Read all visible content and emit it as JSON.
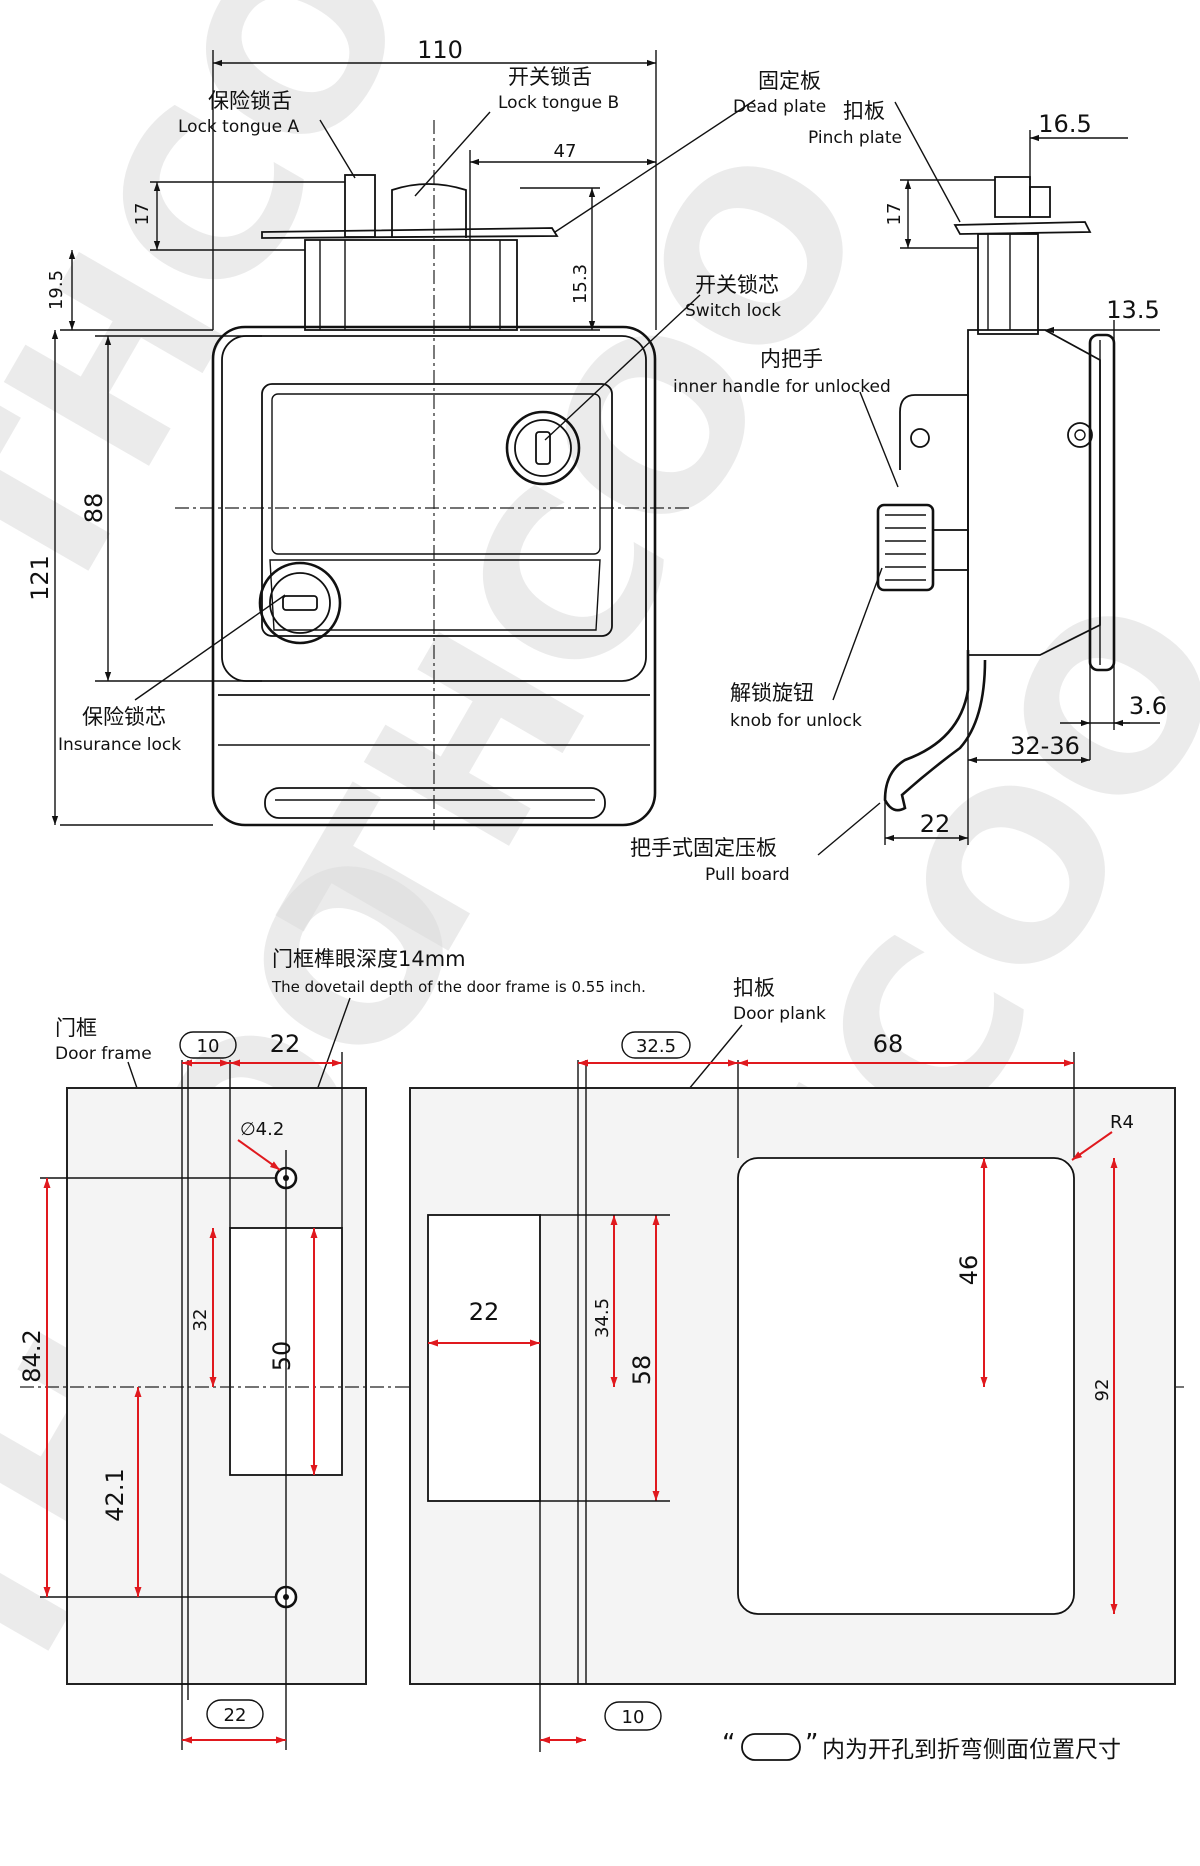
{
  "watermark": {
    "text": "THCOO"
  },
  "colors": {
    "dimension_red": "#e0191e",
    "line": "#111111",
    "plate_fill": "#f4f4f4"
  },
  "front_view": {
    "dims": {
      "width": "110",
      "tongue_to_edge": "47",
      "tongue_height": "17",
      "plate_offset": "19.5",
      "tongue_b_depth": "15.3",
      "total_height": "121",
      "handle_height": "88"
    },
    "labels": {
      "lock_tongue_a_zh": "保险锁舌",
      "lock_tongue_a_en": "Lock tongue A",
      "lock_tongue_b_zh": "开关锁舌",
      "lock_tongue_b_en": "Lock tongue B",
      "dead_plate_zh": "固定板",
      "dead_plate_en": "Dead plate",
      "switch_lock_zh": "开关锁芯",
      "switch_lock_en": "Switch lock",
      "insurance_lock_zh": "保险锁芯",
      "insurance_lock_en": "Insurance lock"
    }
  },
  "side_view": {
    "dims": {
      "top_width": "16.5",
      "top_height": "17",
      "flange": "13.5",
      "plate_thick": "3.6",
      "door_range": "32-36",
      "handle_depth": "22"
    },
    "labels": {
      "pinch_plate_zh": "扣板",
      "pinch_plate_en": "Pinch plate",
      "inner_handle_zh": "内把手",
      "inner_handle_en": "inner handle for unlocked",
      "knob_zh": "解锁旋钮",
      "knob_en": "knob for unlock",
      "pull_board_zh": "把手式固定压板",
      "pull_board_en": "Pull board"
    }
  },
  "door_frame_cutout": {
    "title_zh": "门框",
    "title_en": "Door frame",
    "depth_note_zh": "门框榫眼深度14mm",
    "depth_note_en": "The dovetail depth of the door frame is  0.55 inch.",
    "dims": {
      "edge_offset": "10",
      "slot_offset": "22",
      "hole_dia": "∅4.2",
      "hole_spacing": "84.2",
      "slot_offset_v": "32",
      "slot_height": "50",
      "half_spacing": "42.1",
      "bottom_offset": "22"
    }
  },
  "door_plank_cutout": {
    "title_zh": "扣板",
    "title_en": "Door plank",
    "dims": {
      "edge_offset": "32.5",
      "window_width": "68",
      "corner_radius": "R4",
      "window_inner": "46",
      "window_height": "92",
      "slot_width": "22",
      "slot_offset_v": "34.5",
      "slot_height": "58",
      "bottom_offset": "10"
    }
  },
  "legend": {
    "note": "内为开孔到折弯侧面位置尺寸",
    "open_quote": "“",
    "close_quote": "”"
  }
}
